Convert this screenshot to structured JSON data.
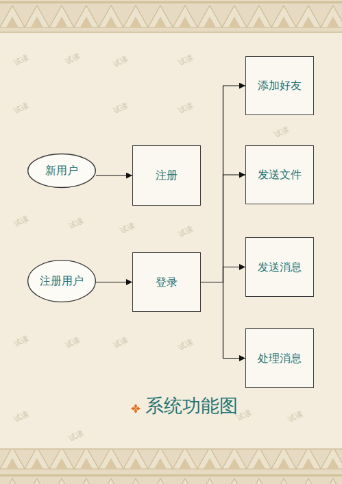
{
  "diagram": {
    "caption": "系统功能图",
    "nodes": [
      {
        "text": [
          "新用户"
        ]
      },
      {
        "text": [
          "注册"
        ]
      },
      {
        "text": [
          "注册用户"
        ]
      },
      {
        "text": [
          "登录"
        ]
      },
      {
        "text": [
          "添加好友"
        ]
      },
      {
        "text": [
          "发送文件"
        ]
      },
      {
        "text": [
          "发送消息"
        ]
      },
      {
        "text": [
          "处理消息"
        ]
      }
    ],
    "edges": [
      {
        "from": 0,
        "to": 1,
        "arrow": "to"
      },
      {
        "from": 2,
        "to": 3,
        "arrow": "to"
      },
      {
        "from": 3,
        "to": 4,
        "arrow": "to"
      },
      {
        "from": 3,
        "to": 5,
        "arrow": "to"
      },
      {
        "from": 3,
        "to": 6,
        "arrow": "to"
      },
      {
        "from": 3,
        "to": 7,
        "arrow": "to"
      }
    ],
    "labels": [
      "试读",
      "试读",
      "试读",
      "试读",
      "试读",
      "试读",
      "试读",
      "试读",
      "试读",
      "试读",
      "试读",
      "试读",
      "试读",
      "试读",
      "试读",
      "试读",
      "试读",
      "试读",
      "试读",
      "试读"
    ]
  }
}
